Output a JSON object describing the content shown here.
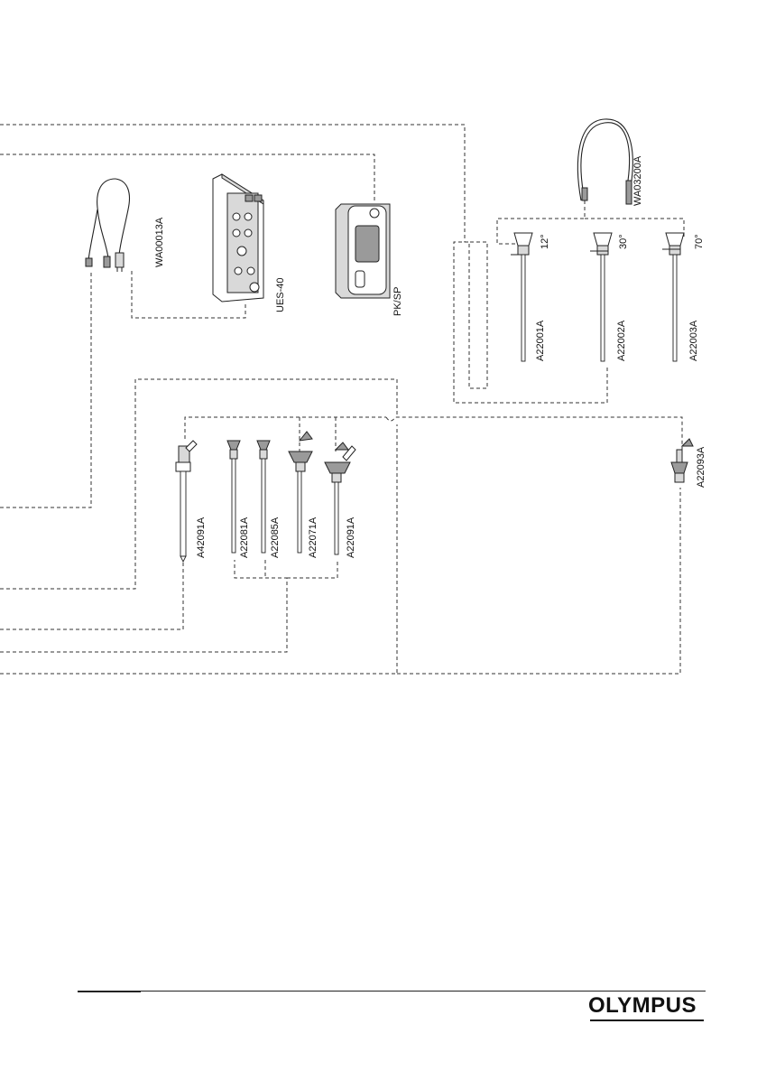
{
  "labels": {
    "cable_power": "WA00013A",
    "generator": "UES-40",
    "pk_sp": "PK/SP",
    "cable_light": "WA03200A",
    "scope_12": "A22001A",
    "scope_30": "A22002A",
    "scope_70": "A22003A",
    "angle_12": "12°",
    "angle_30": "30°",
    "angle_70": "70°",
    "sheath_a42091a": "A42091A",
    "inst_a22081a": "A22081A",
    "inst_a22085a": "A22085A",
    "inst_a22071a": "A22071A",
    "inst_a22091a": "A22091A",
    "inst_a22093a": "A22093A"
  },
  "brand": {
    "logo": "OLYMPUS"
  }
}
